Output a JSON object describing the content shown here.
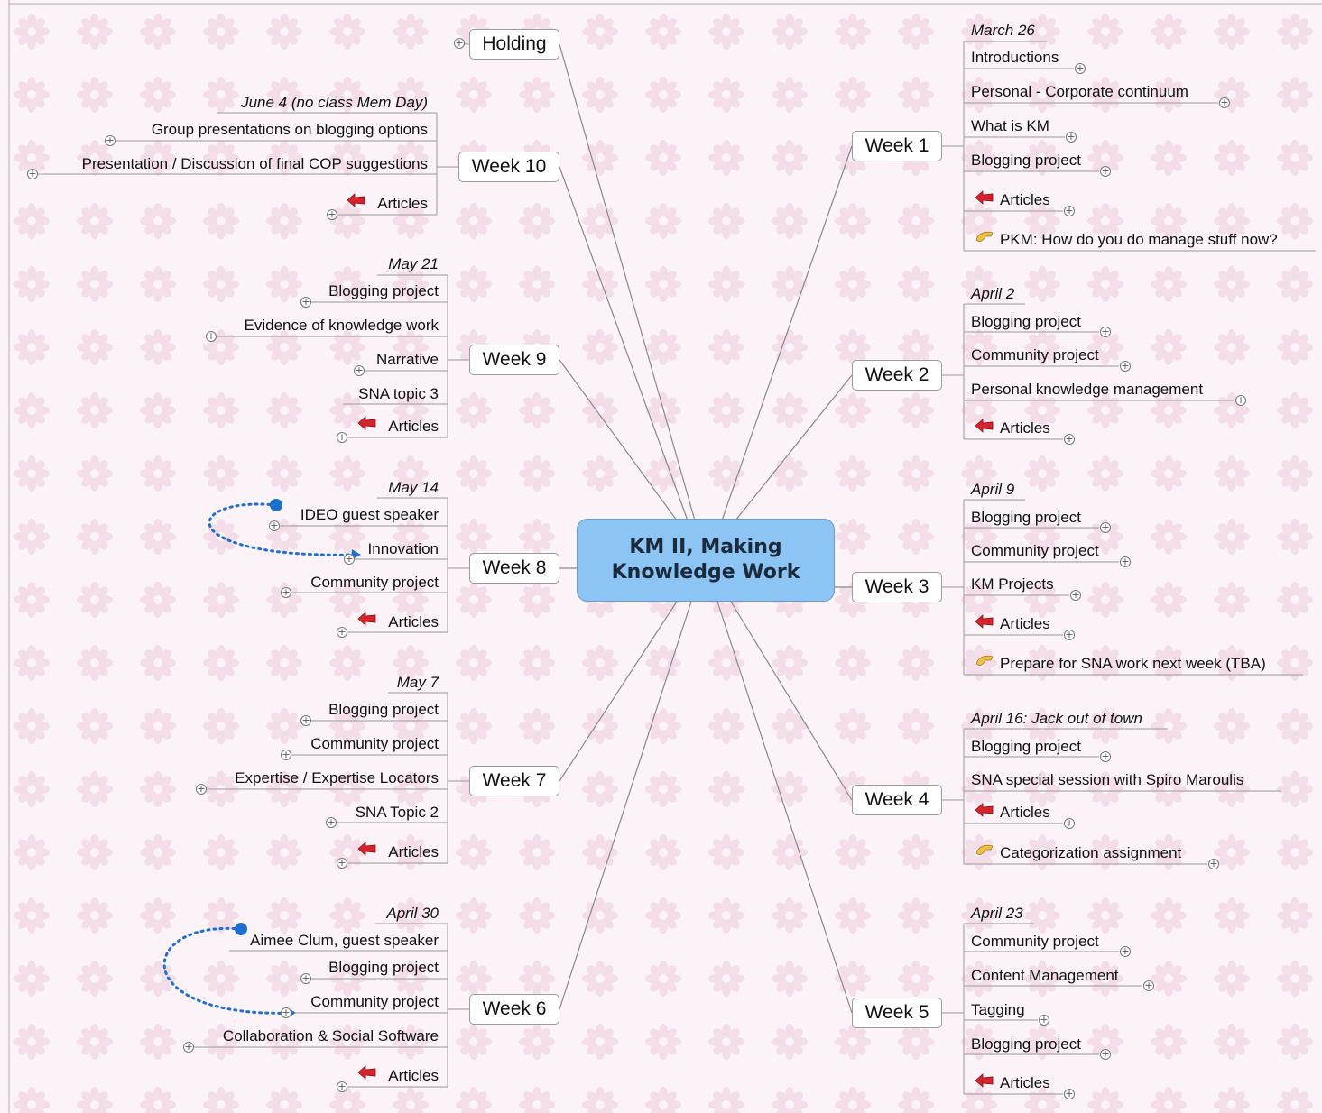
{
  "central": {
    "line1": "KM II, Making",
    "line2": "Knowledge Work",
    "text": "KM II, Making\nKnowledge Work"
  },
  "colors": {
    "central_fill": "#8cc4f4",
    "link": "#1f6fd1",
    "background": "#fbf3f7"
  },
  "weeks": {
    "holding": "Holding",
    "w1": "Week 1",
    "w2": "Week 2",
    "w3": "Week 3",
    "w4": "Week 4",
    "w5": "Week 5",
    "w6": "Week 6",
    "w7": "Week 7",
    "w8": "Week 8",
    "w9": "Week 9",
    "w10": "Week 10"
  },
  "w1": {
    "date": "March 26",
    "t1": "Introductions",
    "t2": "Personal - Corporate continuum",
    "t3": "What is KM",
    "t4": "Blogging project",
    "t5": "Articles",
    "t6": "PKM: How do you do manage stuff now?"
  },
  "w2": {
    "date": "April 2",
    "t1": "Blogging project",
    "t2": "Community project",
    "t3": "Personal knowledge management",
    "t4": "Articles"
  },
  "w3": {
    "date": "April 9",
    "t1": "Blogging project",
    "t2": "Community project",
    "t3": "KM Projects",
    "t4": "Articles",
    "t5": "Prepare for SNA work next week (TBA)"
  },
  "w4": {
    "date": "April 16: Jack out of town",
    "t1": "Blogging project",
    "t2": "SNA special session with Spiro Maroulis",
    "t3": "Articles",
    "t4": "Categorization assignment"
  },
  "w5": {
    "date": "April 23",
    "t1": "Community project",
    "t2": "Content Management",
    "t3": "Tagging",
    "t4": "Blogging project",
    "t5": "Articles"
  },
  "w6": {
    "date": "April 30",
    "t1": "Aimee Clum, guest speaker",
    "t2": "Blogging project",
    "t3": "Community project",
    "t4": "Collaboration & Social Software",
    "t5": "Articles"
  },
  "w7": {
    "date": "May 7",
    "t1": "Blogging project",
    "t2": "Community project",
    "t3": "Expertise / Expertise Locators",
    "t4": "SNA Topic 2",
    "t5": "Articles"
  },
  "w8": {
    "date": "May 14",
    "t1": "IDEO guest speaker",
    "t2": "Innovation",
    "t3": "Community project",
    "t4": "Articles"
  },
  "w9": {
    "date": "May 21",
    "t1": "Blogging project",
    "t2": "Evidence of knowledge work",
    "t3": "Narrative",
    "t4": "SNA topic 3",
    "t5": "Articles"
  },
  "w10": {
    "date": "June 4 (no class Mem Day)",
    "t1": "Group presentations on blogging options",
    "t2": "Presentation / Discussion of final COP suggestions",
    "t3": "Articles"
  }
}
